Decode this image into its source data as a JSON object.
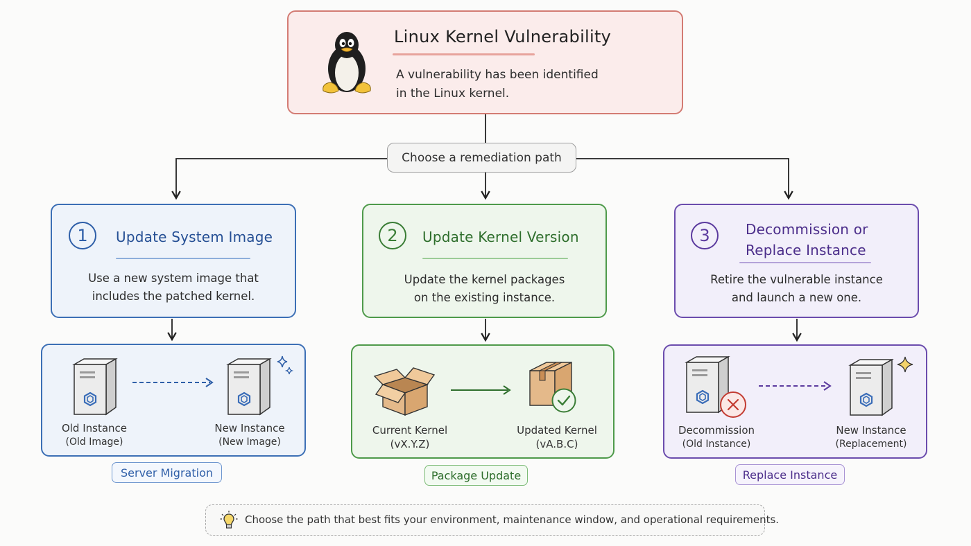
{
  "header": {
    "title": "Linux Kernel Vulnerability",
    "description_line1": "A vulnerability has been identified",
    "description_line2": "in the Linux kernel."
  },
  "chooser": {
    "label": "Choose a remediation path"
  },
  "options": [
    {
      "number": "1",
      "title": "Update System Image",
      "desc_line1": "Use a new system image that",
      "desc_line2": "includes the patched kernel.",
      "from_line1": "Old Instance",
      "from_line2": "(Old Image)",
      "to_line1": "New Instance",
      "to_line2": "(New Image)",
      "badge": "Server Migration"
    },
    {
      "number": "2",
      "title": "Update Kernel Version",
      "desc_line1": "Update the kernel packages",
      "desc_line2": "on the existing instance.",
      "from_line1": "Current Kernel",
      "from_line2": "(vX.Y.Z)",
      "to_line1": "Updated Kernel",
      "to_line2": "(vA.B.C)",
      "badge": "Package Update"
    },
    {
      "number": "3",
      "title_line1": "Decommission or",
      "title_line2": "Replace Instance",
      "desc_line1": "Retire the vulnerable instance",
      "desc_line2": "and launch a new one.",
      "from_line1": "Decommission",
      "from_line2": "(Old Instance)",
      "to_line1": "New Instance",
      "to_line2": "(Replacement)",
      "badge": "Replace Instance"
    }
  ],
  "footer": {
    "tip": "Choose the path that best fits your environment, maintenance window, and operational requirements."
  },
  "colors": {
    "top": "#d37b73",
    "option1": "#3c6fb5",
    "option2": "#4e9a4a",
    "option3": "#6b4cad"
  }
}
